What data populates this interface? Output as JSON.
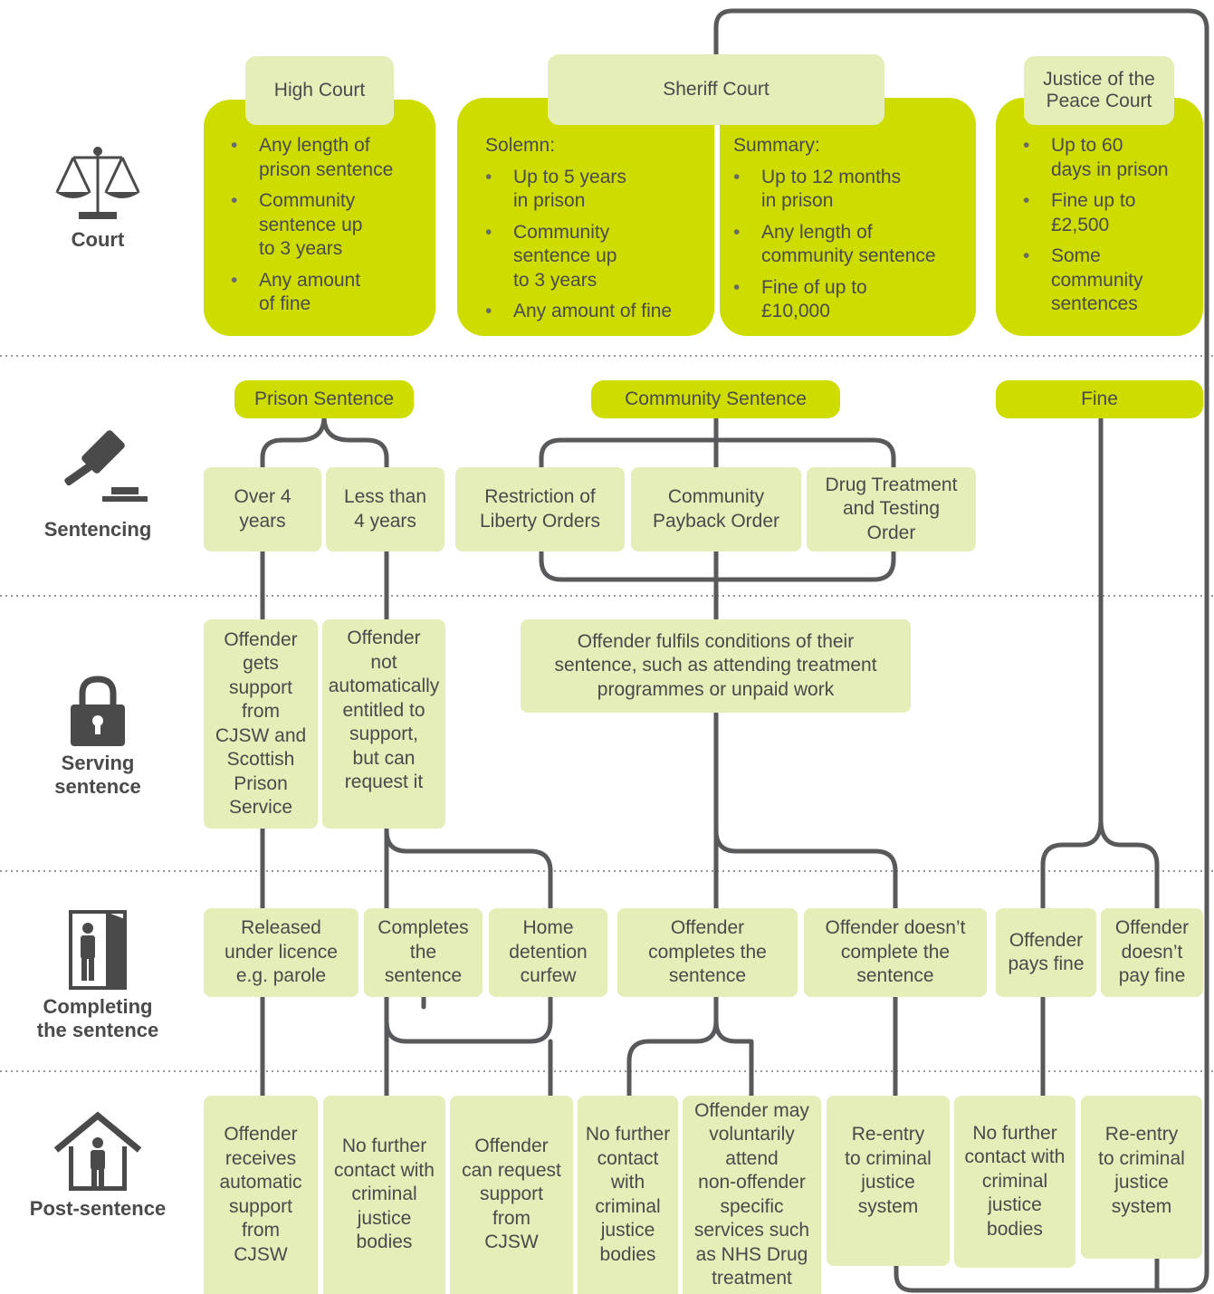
{
  "stages": [
    {
      "label": [
        "Court"
      ],
      "icon": "scales-icon"
    },
    {
      "label": [
        "Sentencing"
      ],
      "icon": "gavel-icon"
    },
    {
      "label": [
        "Serving",
        "sentence"
      ],
      "icon": "padlock-icon"
    },
    {
      "label": [
        "Completing",
        "the sentence"
      ],
      "icon": "door-exit-icon"
    },
    {
      "label": [
        "Post-sentence"
      ],
      "icon": "house-person-icon"
    }
  ],
  "courts": {
    "high": {
      "title": [
        "High Court"
      ],
      "items": [
        [
          "Any length of",
          "prison sentence"
        ],
        [
          "Community",
          "sentence up",
          "to 3 years"
        ],
        [
          "Any amount",
          "of fine"
        ]
      ]
    },
    "sheriff": {
      "title": [
        "Sheriff Court"
      ],
      "solemn": {
        "heading": "Solemn:",
        "items": [
          [
            "Up to 5 years",
            "in prison"
          ],
          [
            "Community",
            "sentence up",
            "to 3 years"
          ],
          [
            "Any amount of fine"
          ]
        ]
      },
      "summary": {
        "heading": "Summary:",
        "items": [
          [
            "Up to 12 months",
            "in prison"
          ],
          [
            "Any length of",
            "community sentence"
          ],
          [
            "Fine of up to",
            "£10,000"
          ]
        ]
      }
    },
    "jp": {
      "title": [
        "Justice of the",
        "Peace Court"
      ],
      "items": [
        [
          "Up to 60",
          "days in prison"
        ],
        [
          "Fine up to",
          "£2,500"
        ],
        [
          "Some",
          "community",
          "sentences"
        ]
      ]
    }
  },
  "sentence_types": {
    "prison": "Prison Sentence",
    "community": "Community Sentence",
    "fine": "Fine"
  },
  "sentencing": {
    "over4": [
      "Over 4",
      "years"
    ],
    "under4": [
      "Less than",
      "4 years"
    ],
    "rlo": [
      "Restriction of",
      "Liberty Orders"
    ],
    "cpo": [
      "Community",
      "Payback Order"
    ],
    "dtto": [
      "Drug Treatment",
      "and Testing",
      "Order"
    ]
  },
  "serving": {
    "support": [
      "Offender",
      "gets",
      "support",
      "from",
      "CJSW and",
      "Scottish",
      "Prison",
      "Service"
    ],
    "nosupport": [
      "Offender",
      "not",
      "automatically",
      "entitled to",
      "support,",
      "but can",
      "request it"
    ],
    "community": [
      "Offender fulfils conditions of their",
      "sentence, such as attending treatment",
      "programmes or unpaid work"
    ]
  },
  "completing": {
    "licence": [
      "Released",
      "under licence",
      "e.g. parole"
    ],
    "completes": [
      "Completes",
      "the",
      "sentence"
    ],
    "curfew": [
      "Home",
      "detention",
      "curfew"
    ],
    "offender_completes": [
      "Offender",
      "completes the",
      "sentence"
    ],
    "not_complete": [
      "Offender doesn’t",
      "complete the",
      "sentence"
    ],
    "pays": [
      "Offender",
      "pays fine"
    ],
    "not_pay": [
      "Offender",
      "doesn’t",
      "pay fine"
    ]
  },
  "post": {
    "p1": [
      "Offender",
      "receives",
      "automatic",
      "support",
      "from",
      "CJSW"
    ],
    "p2": [
      "No further",
      "contact with",
      "criminal",
      "justice",
      "bodies"
    ],
    "p3": [
      "Offender",
      "can request",
      "support",
      "from",
      "CJSW"
    ],
    "p4": [
      "No further",
      "contact",
      "with",
      "criminal",
      "justice",
      "bodies"
    ],
    "p5": [
      "Offender may",
      "voluntarily",
      "attend",
      "non-offender",
      "specific",
      "services such",
      "as NHS Drug",
      "treatment"
    ],
    "p6": [
      "Re-entry",
      "to criminal",
      "justice",
      "system"
    ],
    "p7": [
      "No further",
      "contact with",
      "criminal",
      "justice",
      "bodies"
    ],
    "p8": [
      "Re-entry",
      "to criminal",
      "justice",
      "system"
    ]
  },
  "colors": {
    "lime": "#cfdc00",
    "pale": "#e5edb8",
    "line": "#58595b",
    "text": "#4a4a4a"
  }
}
